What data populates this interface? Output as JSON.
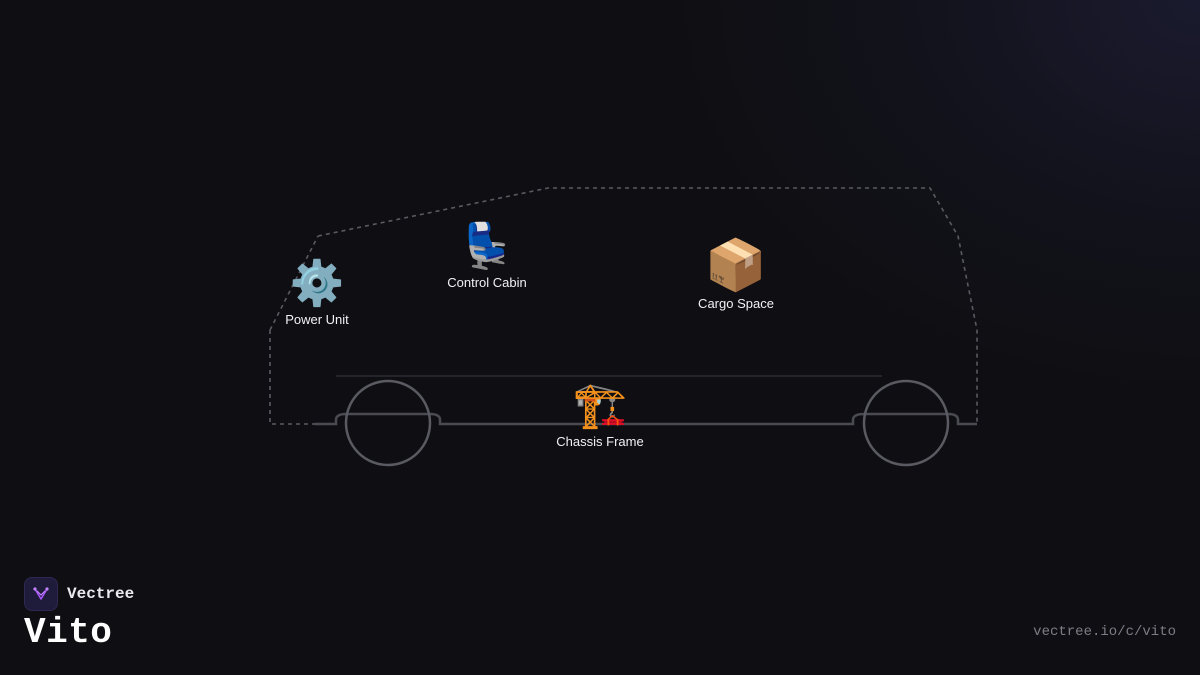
{
  "parts": {
    "power_unit": {
      "icon": "⚙️",
      "icon_name": "gear-icon",
      "label": "Power Unit"
    },
    "control_cabin": {
      "icon": "💺",
      "icon_name": "seat-icon",
      "label": "Control Cabin"
    },
    "cargo_space": {
      "icon": "📦",
      "icon_name": "package-icon",
      "label": "Cargo Space"
    },
    "chassis_frame": {
      "icon": "🏗️",
      "icon_name": "crane-icon",
      "label": "Chassis Frame"
    }
  },
  "brand": {
    "name": "Vectree",
    "logo_icon": "vectree-logo-icon",
    "accent": "#a855f7"
  },
  "model": {
    "title": "Vito",
    "url": "vectree.io/c/vito"
  },
  "colors": {
    "background": "#0f0f13",
    "outline": "#5a5a62",
    "label": "#f1f1f4"
  }
}
